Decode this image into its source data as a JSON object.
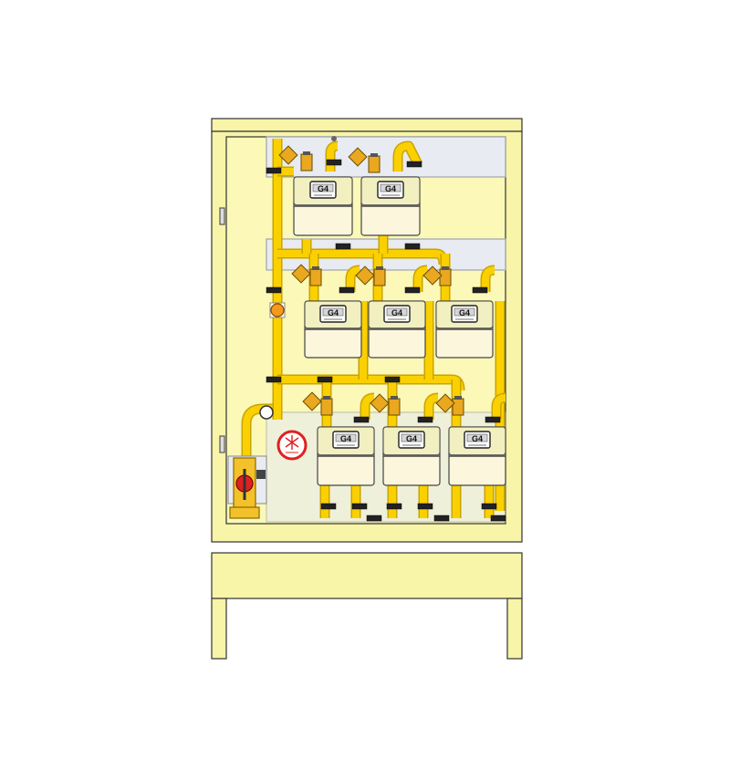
{
  "diagram": {
    "meter_label": "G4",
    "colors": {
      "cabinet_fill": "#f8f4a8",
      "cabinet_stroke": "#333333",
      "panel_back": "#e8ebf1",
      "pipe": "#fad000",
      "pipe_edge": "#c9a400",
      "meter_body": "#fbf6dc",
      "meter_top": "#f2efc0",
      "valve_brass": "#e9a820",
      "warning_red": "#e02020",
      "reducer_orange": "#f39a1e"
    },
    "meters": [
      {
        "id": "m-top-1",
        "row": "top",
        "label": "G4"
      },
      {
        "id": "m-top-2",
        "row": "top",
        "label": "G4"
      },
      {
        "id": "m-mid-1",
        "row": "middle",
        "label": "G4"
      },
      {
        "id": "m-mid-2",
        "row": "middle",
        "label": "G4"
      },
      {
        "id": "m-mid-3",
        "row": "middle",
        "label": "G4"
      },
      {
        "id": "m-bot-1",
        "row": "bottom",
        "label": "G4"
      },
      {
        "id": "m-bot-2",
        "row": "bottom",
        "label": "G4"
      },
      {
        "id": "m-bot-3",
        "row": "bottom",
        "label": "G4"
      }
    ],
    "icons": [
      "door-hinge-icon",
      "warning-sign-icon",
      "main-shutoff-valve-icon",
      "pressure-reducer-icon",
      "pipe-clamp-icon",
      "meter-valve-icon"
    ]
  }
}
